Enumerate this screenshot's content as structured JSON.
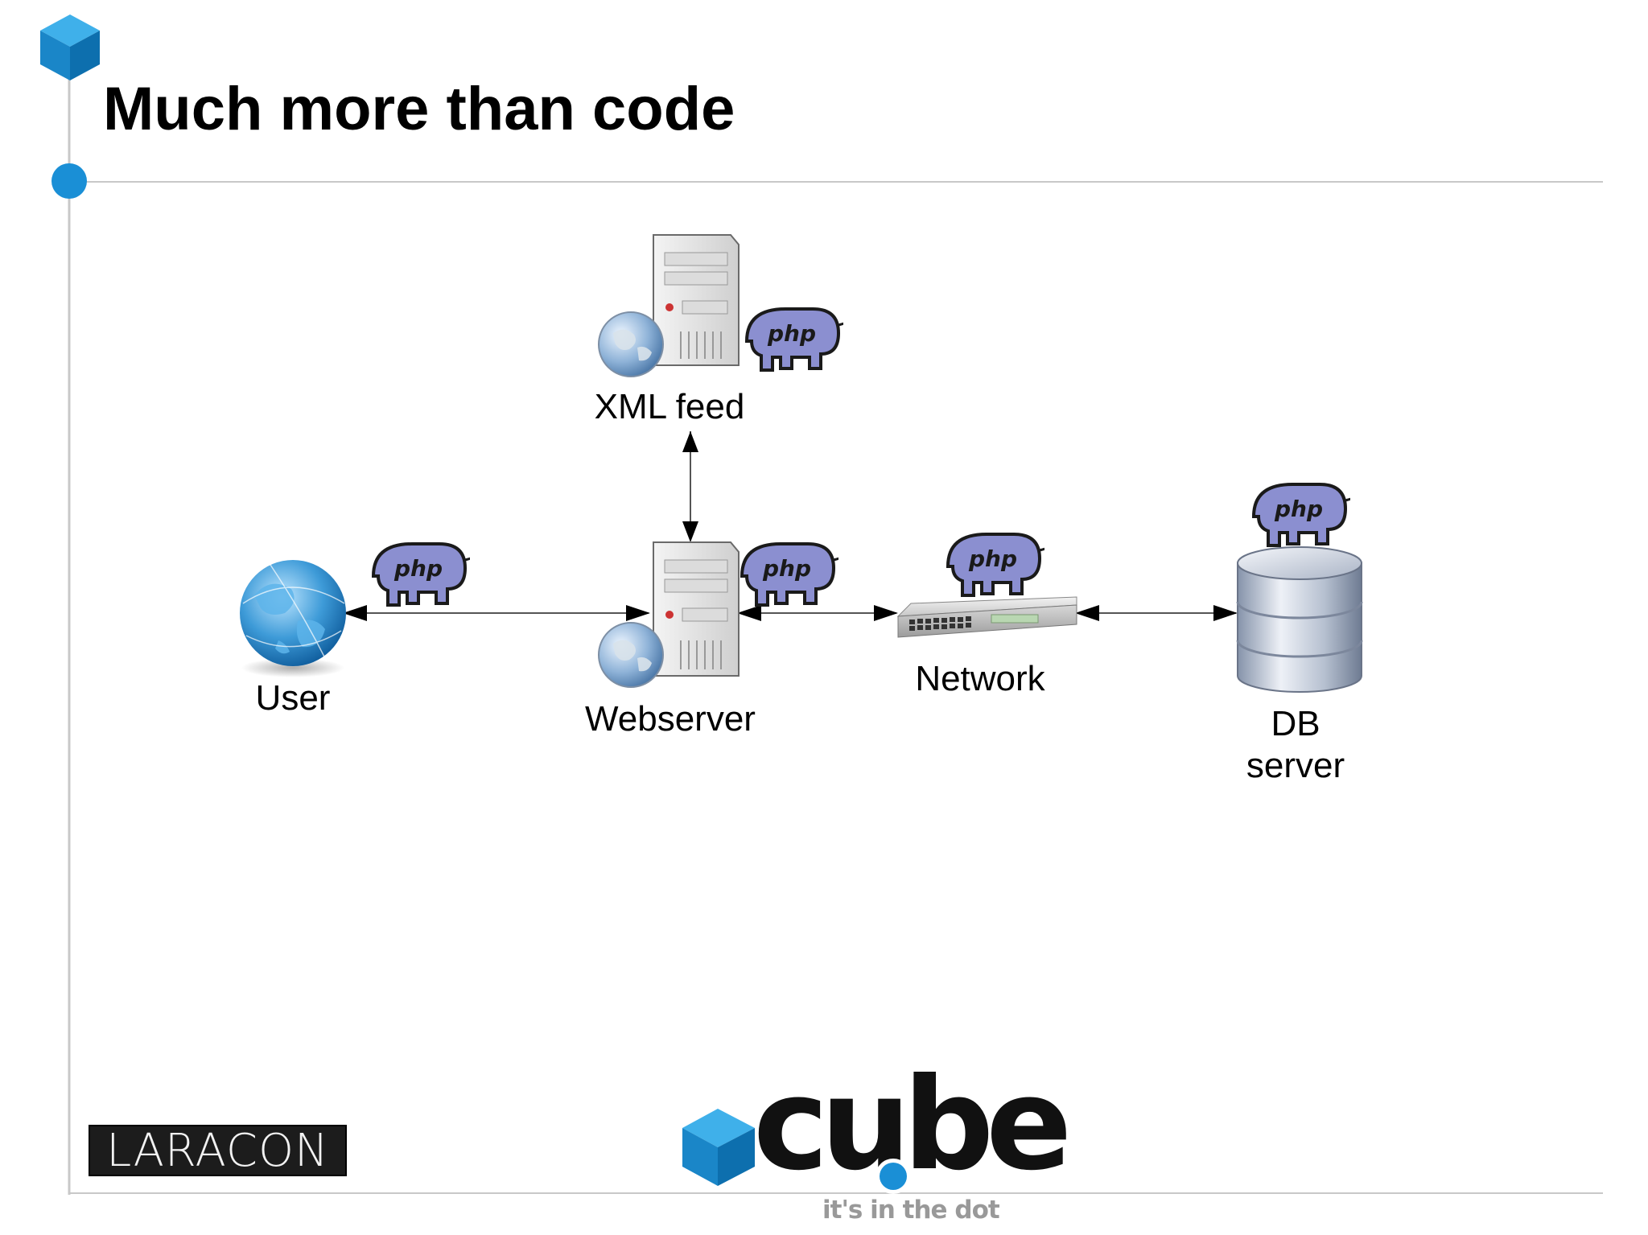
{
  "slide": {
    "title": "Much more than code"
  },
  "nodes": {
    "xml_feed": "XML feed",
    "user": "User",
    "webserver": "Webserver",
    "network": "Network",
    "db_server_line1": "DB",
    "db_server_line2": "server"
  },
  "badge_text": "php",
  "logos": {
    "laracon": "LARACON",
    "cube_word": "cube",
    "cube_tagline": "it's in the dot"
  },
  "colors": {
    "accent_blue": "#1a8fd6",
    "php_purple": "#7f83c4",
    "rule_gray": "#c8c8c8"
  }
}
